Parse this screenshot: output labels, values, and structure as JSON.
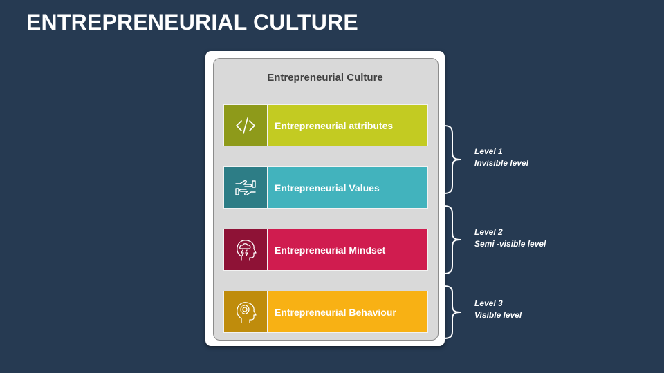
{
  "title": "ENTREPRENEURIAL CULTURE",
  "panel": {
    "title": "Entrepreneurial Culture",
    "rows": [
      {
        "label": "Entrepreneurial attributes",
        "icon": "code-icon"
      },
      {
        "label": "Entrepreneurial Values",
        "icon": "hands-icon"
      },
      {
        "label": "Entrepreneurial Mindset",
        "icon": "head-storm-icon"
      },
      {
        "label": "Entrepreneurial Behaviour",
        "icon": "head-gear-icon"
      }
    ]
  },
  "levels": [
    {
      "name": "Level 1",
      "desc": "Invisible level"
    },
    {
      "name": "Level 2",
      "desc": "Semi -visible level"
    },
    {
      "name": "Level 3",
      "desc": "Visible level"
    }
  ],
  "colors": {
    "background": "#263a52",
    "attributes": "#c3cb22",
    "values": "#42b3bd",
    "mindset": "#d01c4f",
    "behaviour": "#f8b114"
  }
}
